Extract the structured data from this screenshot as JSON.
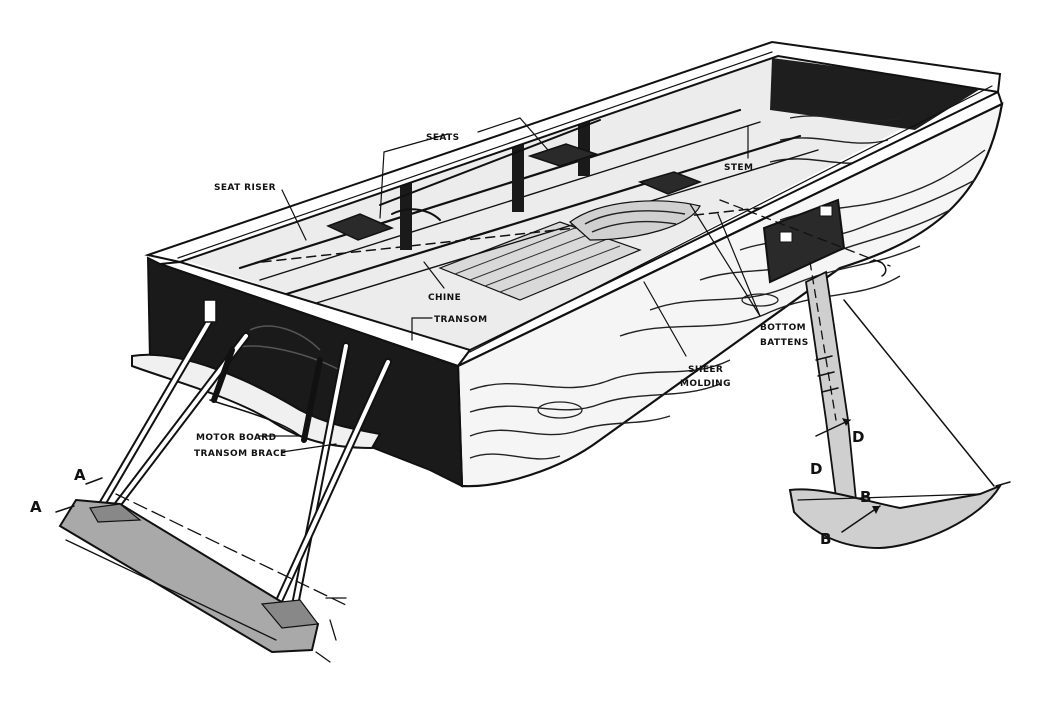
{
  "labels": {
    "seats": "SEATS",
    "seat_riser": "SEAT RISER",
    "stem": "STEM",
    "chine": "CHINE",
    "transom": "TRANSOM",
    "bottom_battens_line1": "BOTTOM",
    "bottom_battens_line2": "BATTENS",
    "sheer_molding_line1": "SHEER",
    "sheer_molding_line2": "MOLDING",
    "motor_board": "MOTOR BOARD",
    "transom_brace": "TRANSOM BRACE"
  },
  "dimension_marks": {
    "a_upper": "A",
    "a_lower": "A",
    "b_upper": "B",
    "b_lower": "B",
    "d_upper": "D",
    "d_lower": "D"
  },
  "colors": {
    "ink": "#111111",
    "hull_dark": "#1a1a1a",
    "runner_fill": "#a9a9a9",
    "front_runner_fill": "#cfcfcf",
    "deck_fill": "#e6e6e6"
  }
}
